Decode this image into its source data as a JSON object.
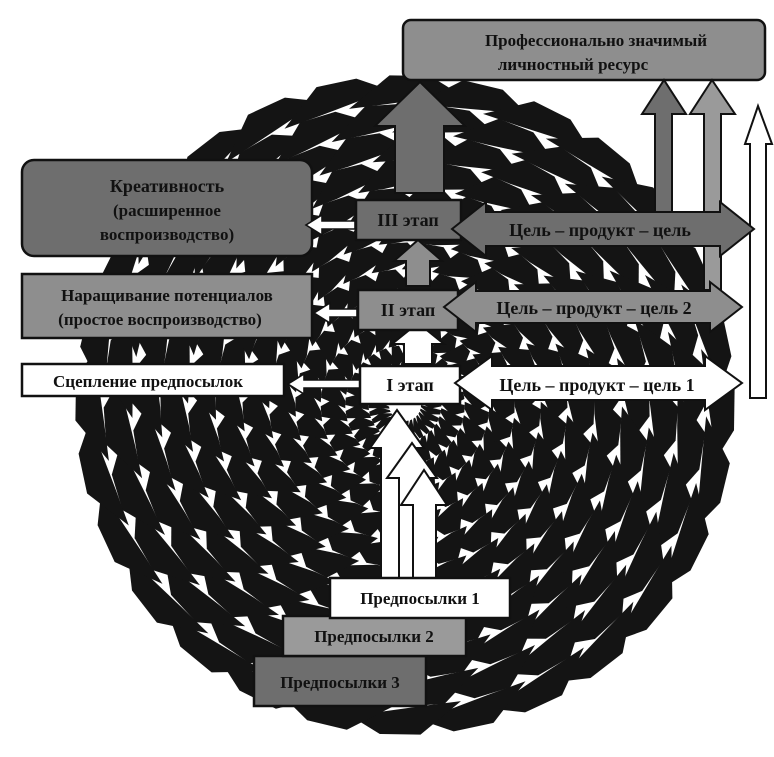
{
  "result": {
    "title_line1": "Профессионально значимый",
    "title_line2": "личностный ресурс"
  },
  "left": {
    "creativity": {
      "line1": "Креативность",
      "line2": "(расширенное",
      "line3": "воспроизводство)"
    },
    "potential": {
      "line1": "Наращивание потенциалов",
      "line2": "(простое воспроизводство)"
    },
    "linking": {
      "label": "Сцепление предпосылок"
    }
  },
  "stages": {
    "stage3": "III этап",
    "stage2": "II этап",
    "stage1": "I этап"
  },
  "cycles": {
    "cycle3": "Цель – продукт – цель",
    "cycle2": "Цель – продукт – цель 2",
    "cycle1": "Цель – продукт – цель 1"
  },
  "prerequisites": {
    "p1": "Предпосылки 1",
    "p2": "Предпосылки 2",
    "p3": "Предпосылки 3"
  },
  "colors": {
    "dark": "#6e6e6e",
    "medium": "#8e8e8e",
    "light": "#b3b3b3",
    "white": "#ffffff",
    "ink": "#111111"
  }
}
